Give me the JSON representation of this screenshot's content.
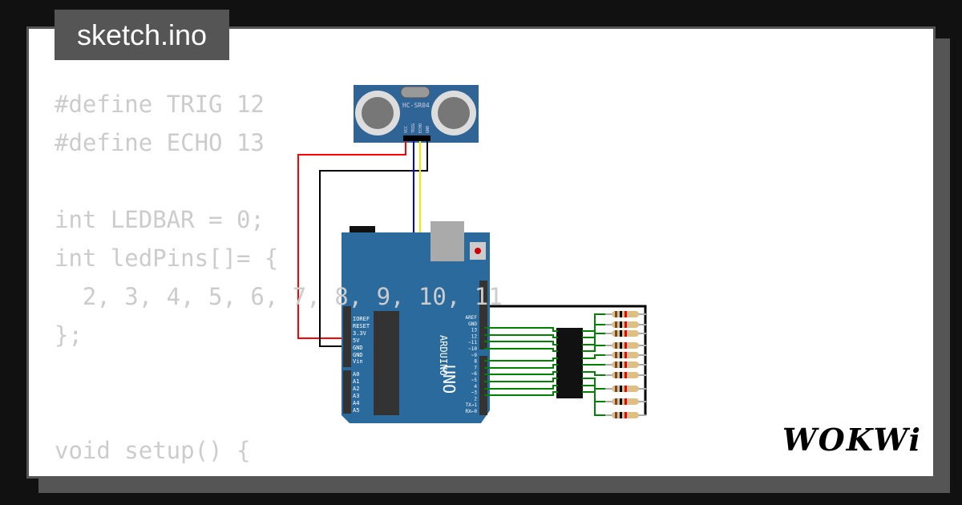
{
  "tab": {
    "title": "sketch.ino"
  },
  "code_lines": [
    "#define TRIG 12",
    "#define ECHO 13",
    "",
    "int LEDBAR = 0;",
    "int ledPins[]= {",
    "  2, 3, 4, 5, 6, 7, 8, 9, 10, 11",
    "};",
    "",
    "",
    "void setup() {"
  ],
  "circuit": {
    "sensor_label": "HC-SR04",
    "sensor_pins": [
      "VCC",
      "TRIG",
      "ECHO",
      "GND"
    ],
    "board_brand": "ARDUINO",
    "board_model": "UNO",
    "power_pins": [
      "IOREF",
      "RESET",
      "3.3V",
      "5V",
      "GND",
      "GND",
      "Vin"
    ],
    "analog_pins": [
      "A0",
      "A1",
      "A2",
      "A3",
      "A4",
      "A5"
    ],
    "digital_pins": [
      "AREF",
      "GND",
      "13",
      "12",
      "~11",
      "~10",
      "~9",
      "8",
      "7",
      "~6",
      "~5",
      "4",
      "~3",
      "2",
      "TX→1",
      "RX←0"
    ],
    "wire_colors": {
      "vcc": "#ff0000",
      "gnd": "#000000",
      "trig": "#0000ff",
      "echo": "#ffff00",
      "led": "#008000"
    }
  },
  "logo": "WOKWi"
}
